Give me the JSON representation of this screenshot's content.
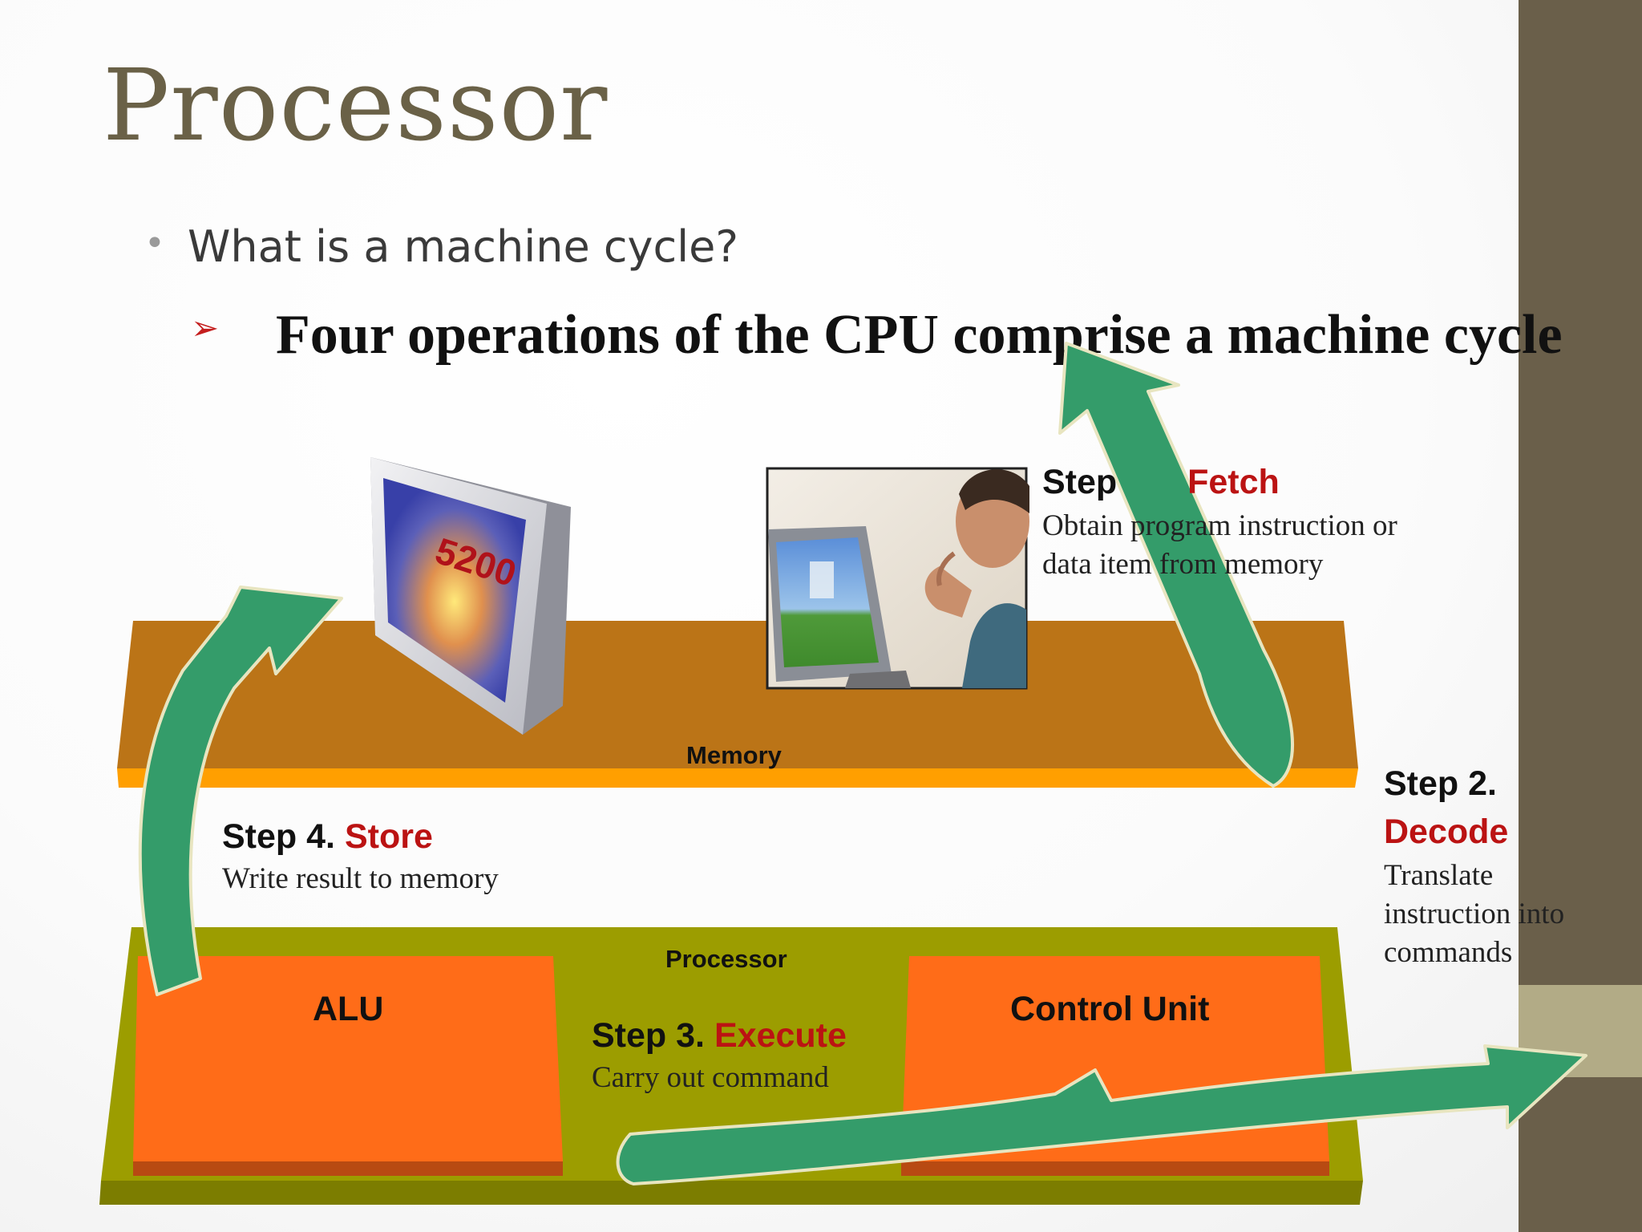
{
  "slide": {
    "title": "Processor",
    "bullet": "What is a machine cycle?",
    "sub_bullet": "Four operations of the CPU comprise a machine cycle"
  },
  "diagram": {
    "memory_label": "Memory",
    "processor_label": "Processor",
    "alu_label": "ALU",
    "control_unit_label": "Control Unit",
    "monitor_display": "5200",
    "steps": {
      "fetch": {
        "prefix": "Step",
        "name": "Fetch",
        "description": "Obtain program instruction or data item from memory"
      },
      "decode": {
        "prefix": "Step 2.",
        "name": "Decode",
        "description": "Translate instruction into commands"
      },
      "execute": {
        "prefix": "Step 3.",
        "name": "Execute",
        "description": "Carry out command"
      },
      "store": {
        "prefix": "Step 4.",
        "name": "Store",
        "description": "Write result to memory"
      }
    }
  },
  "colors": {
    "title": "#6a6147",
    "accent_red": "#bb1313",
    "memory_bar": "#bb7417",
    "memory_edge": "#ff9f00",
    "processor_bar": "#9c9d00",
    "unit_fill": "#ff6c18",
    "arrow_green": "#349c6a",
    "side_band": "#6a5f4a",
    "side_accent": "#b2ab86"
  },
  "icons": [
    "bullet-dot",
    "arrow-bullet-icon",
    "monitor-image",
    "person-at-computer-image",
    "green-cycle-arrow"
  ]
}
